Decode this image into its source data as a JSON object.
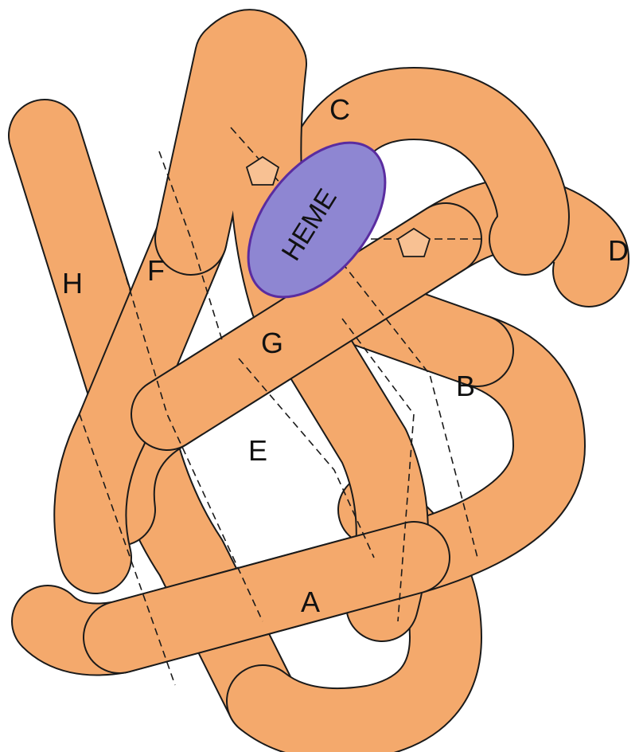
{
  "colors": {
    "tube": "#f4a96c",
    "tube_light": "#f8c193",
    "heme": "#8e86d2",
    "heme_outline": "#5a2ca0",
    "outline": "#1a1a1a"
  },
  "heme": {
    "label": "HEME"
  },
  "helices": [
    {
      "id": "A",
      "label": "A"
    },
    {
      "id": "B",
      "label": "B"
    },
    {
      "id": "C",
      "label": "C"
    },
    {
      "id": "D",
      "label": "D"
    },
    {
      "id": "E",
      "label": "E"
    },
    {
      "id": "F",
      "label": "F"
    },
    {
      "id": "G",
      "label": "G"
    },
    {
      "id": "H",
      "label": "H"
    }
  ],
  "ligand_icons": [
    "pentagon-icon",
    "pentagon-icon"
  ]
}
